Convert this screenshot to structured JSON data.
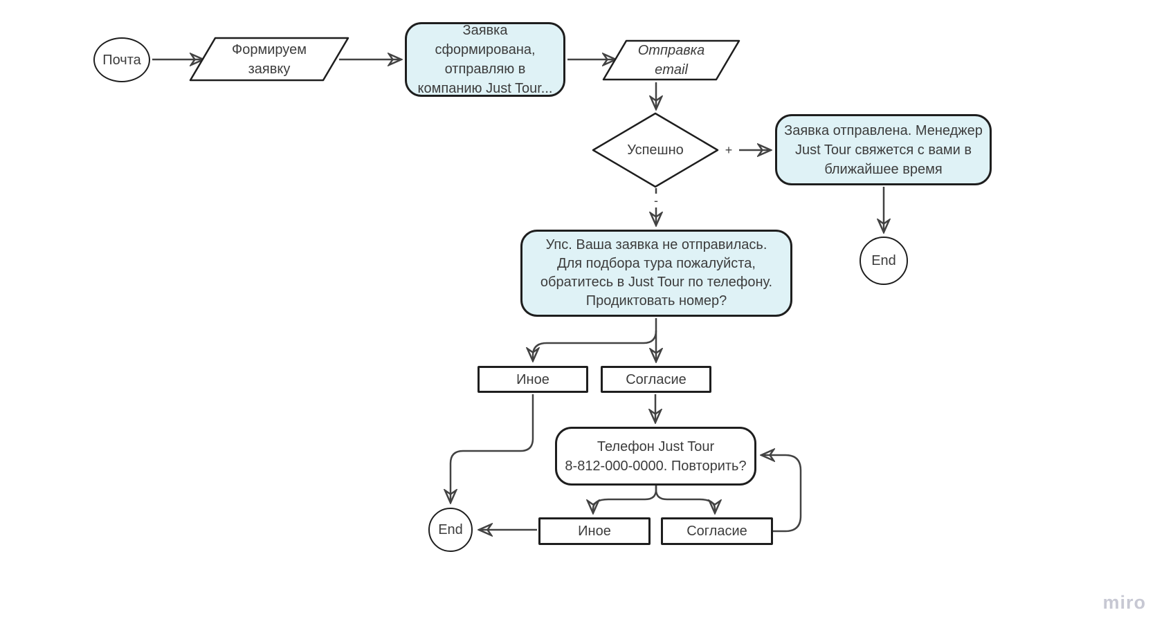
{
  "diagram": {
    "tool_watermark": "miro",
    "colors": {
      "background": "#ffffff",
      "highlight_node_fill": "#dff2f6",
      "plain_node_fill": "#ffffff",
      "node_border": "#1e1e1e",
      "connector": "#424242",
      "text": "#3c3c3c",
      "watermark": "#c7c8d3"
    },
    "nodes": {
      "start": {
        "type": "terminal-ellipse",
        "label": "Почта"
      },
      "form_request": {
        "type": "io-parallelogram",
        "label": "Формируем\nзаявку"
      },
      "request_formed": {
        "type": "rounded-highlight",
        "label": "Заявка сформирована,\nотправляю в\nкомпанию Just Tour..."
      },
      "send_email": {
        "type": "io-parallelogram-italic",
        "label": "Отправка\nemail"
      },
      "decision": {
        "type": "decision-diamond",
        "label": "Успешно"
      },
      "request_sent": {
        "type": "rounded-highlight",
        "label": "Заявка отправлена. Менеджер\nJust Tour свяжется с вами в\nближайшее время"
      },
      "end_1": {
        "type": "terminal-circle",
        "label": "End"
      },
      "oops": {
        "type": "rounded-highlight",
        "label": "Упс. Ваша заявка не отправилась.\nДля подбора тура пожалуйста,\nобратитесь в Just Tour по телефону.\nПродиктовать номер?"
      },
      "other_1": {
        "type": "rect",
        "label": "Иное"
      },
      "agree_1": {
        "type": "rect",
        "label": "Согласие"
      },
      "phone": {
        "type": "rounded-plain",
        "label": "Телефон Just Tour\n8-812-000-0000. Повторить?"
      },
      "end_2": {
        "type": "terminal-circle",
        "label": "End"
      },
      "other_2": {
        "type": "rect",
        "label": "Иное"
      },
      "agree_2": {
        "type": "rect",
        "label": "Согласие"
      }
    },
    "edges": [
      {
        "from": "start",
        "to": "form_request",
        "label": ""
      },
      {
        "from": "form_request",
        "to": "request_formed",
        "label": ""
      },
      {
        "from": "request_formed",
        "to": "send_email",
        "label": ""
      },
      {
        "from": "send_email",
        "to": "decision",
        "label": ""
      },
      {
        "from": "decision",
        "to": "request_sent",
        "label": "+"
      },
      {
        "from": "request_sent",
        "to": "end_1",
        "label": ""
      },
      {
        "from": "decision",
        "to": "oops",
        "label": "-"
      },
      {
        "from": "oops",
        "to": "other_1",
        "label": ""
      },
      {
        "from": "oops",
        "to": "agree_1",
        "label": ""
      },
      {
        "from": "other_1",
        "to": "end_2",
        "label": ""
      },
      {
        "from": "agree_1",
        "to": "phone",
        "label": ""
      },
      {
        "from": "phone",
        "to": "other_2",
        "label": ""
      },
      {
        "from": "phone",
        "to": "agree_2",
        "label": ""
      },
      {
        "from": "other_2",
        "to": "end_2",
        "label": ""
      },
      {
        "from": "agree_2",
        "to": "phone",
        "label": ""
      }
    ]
  }
}
